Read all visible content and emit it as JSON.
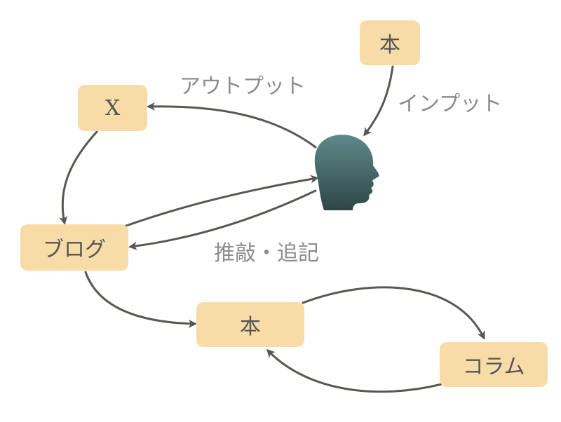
{
  "nodes": {
    "book_top": "本",
    "x": "X",
    "blog": "ブログ",
    "book_mid": "本",
    "column": "コラム"
  },
  "labels": {
    "output": "アウトプット",
    "input": "インプット",
    "revise": "推敲・追記"
  },
  "colors": {
    "node_fill": "#f8dca8",
    "arrow": "#5a5753",
    "head_gradient_top": "#5e8a8a",
    "head_gradient_bottom": "#2f4547"
  },
  "icons": {
    "person": "head-silhouette-icon"
  }
}
